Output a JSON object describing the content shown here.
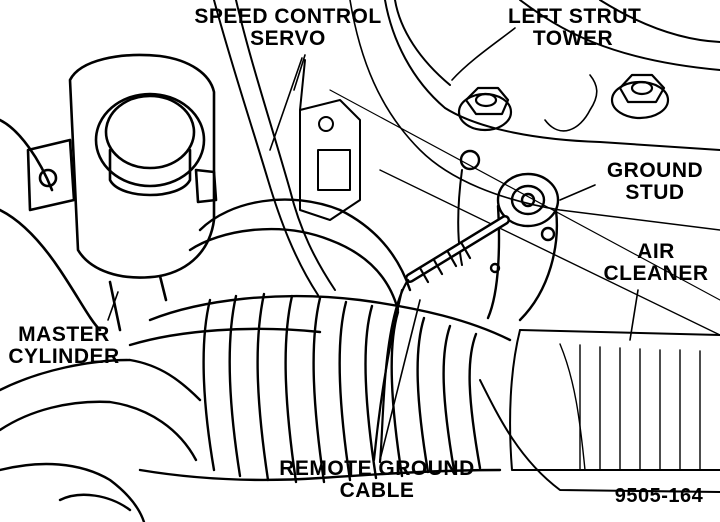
{
  "labels": {
    "speed_control_servo": [
      "SPEED CONTROL",
      "SERVO"
    ],
    "left_strut_tower": [
      "LEFT STRUT",
      "TOWER"
    ],
    "ground_stud": [
      "GROUND",
      "STUD"
    ],
    "air_cleaner": [
      "AIR",
      "CLEANER"
    ],
    "master_cylinder": [
      "MASTER",
      "CYLINDER"
    ],
    "remote_ground_cable": [
      "REMOTE GROUND",
      "CABLE"
    ]
  },
  "figure_number": "9505-164",
  "colors": {
    "ink": "#000000",
    "paper": "#ffffff"
  }
}
